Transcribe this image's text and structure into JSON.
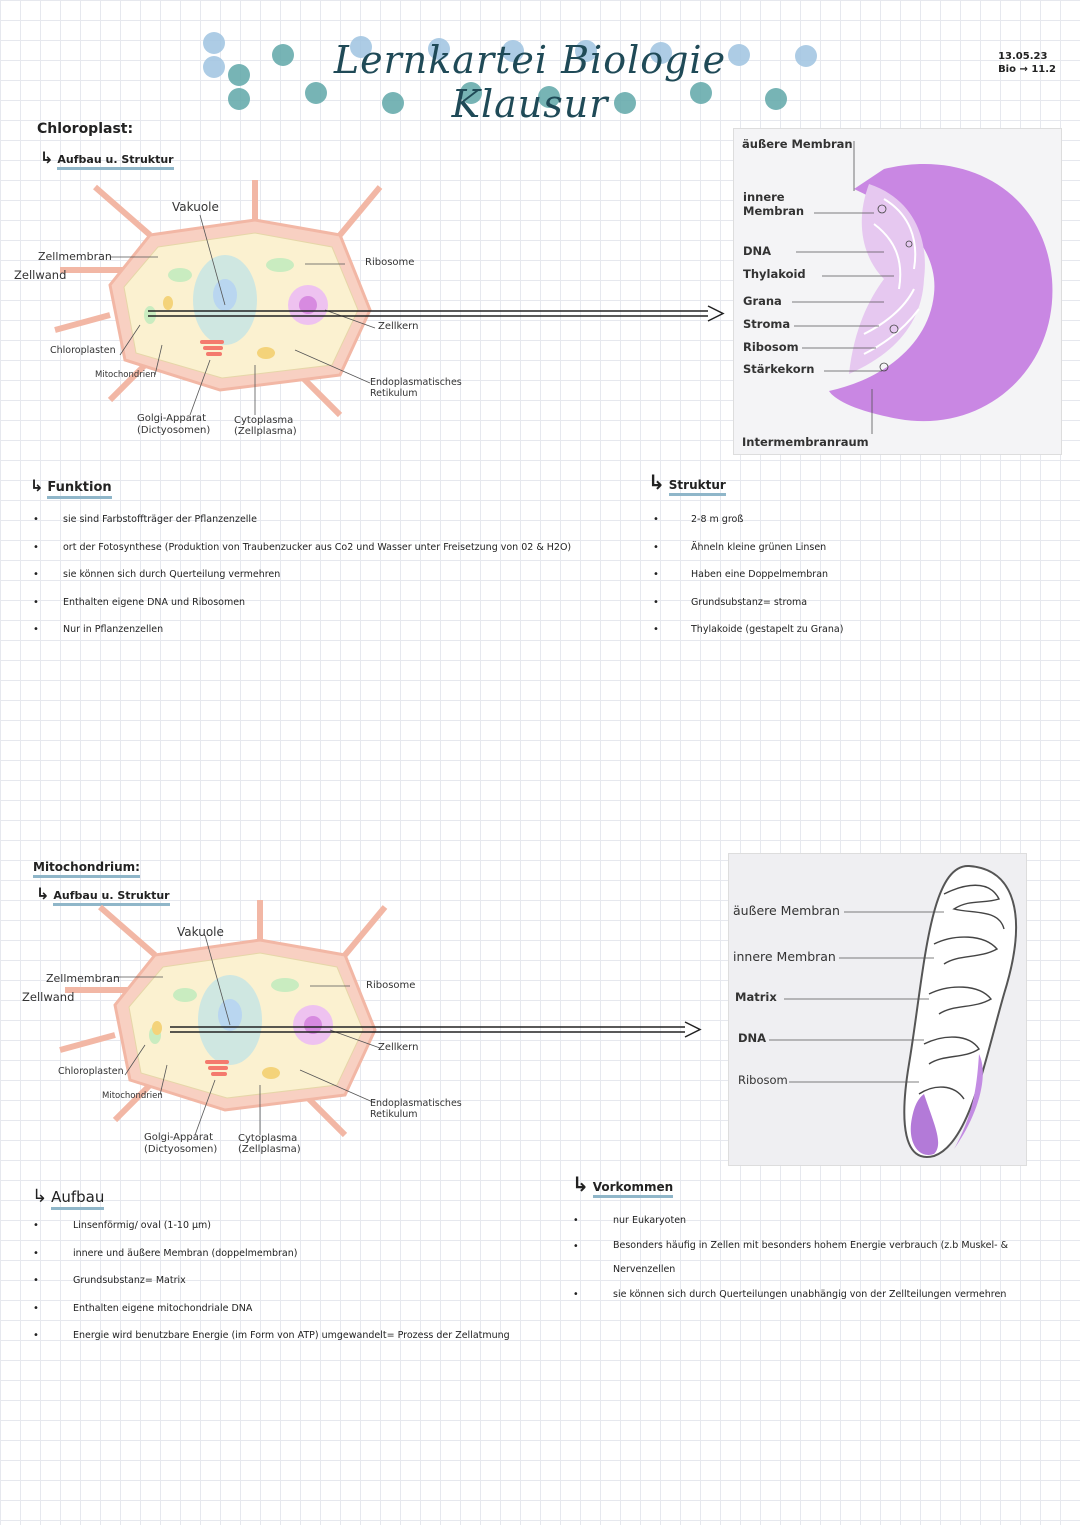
{
  "header": {
    "title": "Lernkartei Biologie Klausur",
    "date": "13.05.23",
    "course": "Bio → 11.2"
  },
  "chloroplast": {
    "heading": "Chloroplast:",
    "aufbau_heading": "Aufbau u. Struktur",
    "cell_labels": {
      "vakuole": "Vakuole",
      "zellmembran": "Zellmembran",
      "zellwand": "Zellwand",
      "ribosome": "Ribosome",
      "zellkern": "Zellkern",
      "chloroplasten": "Chloroplasten",
      "mitochondrien": "Mitochondrien",
      "er": "Endoplasmatisches Retikulum",
      "golgi": "Golgi-Apparat (Dictyosomen)",
      "cytoplasma": "Cytoplasma (Zellplasma)"
    },
    "photo_labels": {
      "aussere": "äußere Membran",
      "innere": "innere Membran",
      "dna": "DNA",
      "thylakoid": "Thylakoid",
      "grana": "Grana",
      "stroma": "Stroma",
      "ribosom": "Ribosom",
      "starkekorn": "Stärkekorn",
      "intermembranraum": "Intermembranraum"
    },
    "funktion_heading": "Funktion",
    "funktion": [
      "sie sind Farbstoffträger der Pflanzenzelle",
      "ort der Fotosynthese (Produktion von Traubenzucker aus Co2 und Wasser unter Freisetzung von 02 & H2O)",
      "sie können sich durch Querteilung vermehren",
      "Enthalten eigene DNA und Ribosomen",
      "Nur in Pflanzenzellen"
    ],
    "struktur_heading": "Struktur",
    "struktur": [
      "2-8 m groß",
      "Ähneln kleine grünen Linsen",
      "Haben eine Doppelmembran",
      "Grundsubstanz= stroma",
      "Thylakoide (gestapelt zu Grana)"
    ]
  },
  "mitochondrium": {
    "heading": "Mitochondrium:",
    "aufbau_heading": "Aufbau u. Struktur",
    "cell_labels": {
      "vakuole": "Vakuole",
      "zellmembran": "Zellmembran",
      "zellwand": "Zellwand",
      "ribosome": "Ribosome",
      "zellkern": "Zellkern",
      "chloroplasten": "Chloroplasten",
      "mitochondrien": "Mitochondrien",
      "er": "Endoplasmatisches Retikulum",
      "golgi": "Golgi-Apparat (Dictyosomen)",
      "cytoplasma": "Cytoplasma (Zellplasma)"
    },
    "photo_labels": {
      "aussere": "äußere Membran",
      "innere": "innere Membran",
      "matrix": "Matrix",
      "dna": "DNA",
      "ribosom": "Ribosom"
    },
    "aufbau2_heading": "Aufbau",
    "aufbau": [
      "Linsenförmig/ oval (1-10 µm)",
      "innere und äußere Membran (doppelmembran)",
      "Grundsubstanz= Matrix",
      "Enthalten eigene mitochondriale DNA",
      "Energie wird benutzbare Energie (im Form von ATP) umgewandelt= Prozess der Zellatmung"
    ],
    "vorkommen_heading": "Vorkommen",
    "vorkommen": [
      "nur Eukaryoten",
      "Besonders häufig in Zellen mit besonders hohem Energie verbrauch (z.b Muskel- & Nervenzellen",
      "sie können sich durch Querteilungen unabhängig von der Zellteilungen vermehren"
    ]
  },
  "colors": {
    "underline": "#8fb6c9",
    "dots_teal": "#5fa7a8",
    "dots_blue": "#9fc3e0",
    "cell_wall": "#f6c9b9",
    "cytoplasm": "#fbf1d0",
    "membrane_purple": "#c987e3"
  }
}
